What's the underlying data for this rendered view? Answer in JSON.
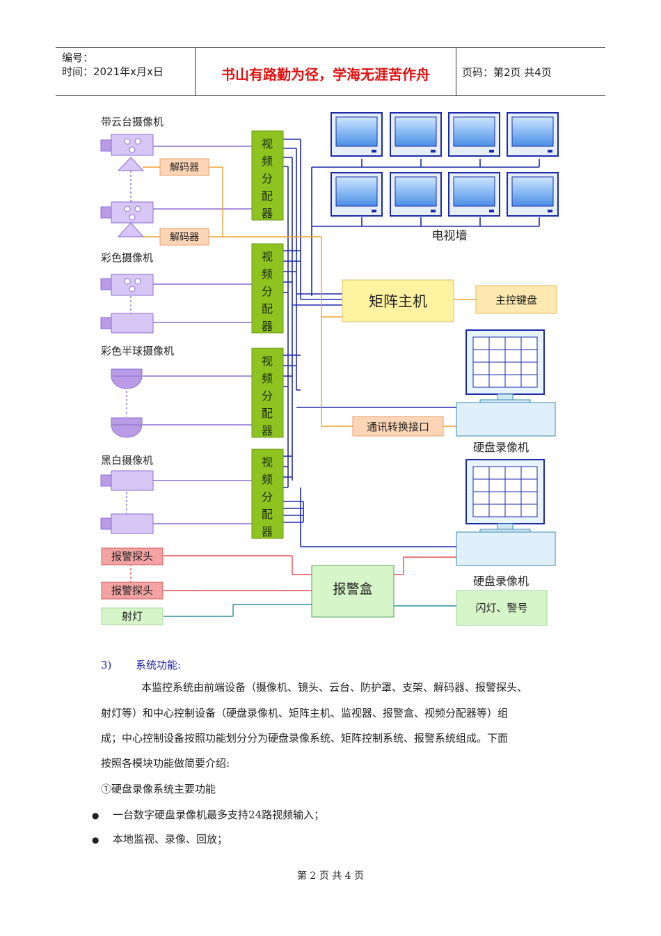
{
  "header": {
    "serial_label": "编号：",
    "time_label": "时间：2021年x月x日",
    "motto": "书山有路勤为径，学海无涯苦作舟",
    "page_label": "页码：第2页  共4页"
  },
  "diagram": {
    "ptz_camera": "带云台摄像机",
    "decoder_1": "解码器",
    "decoder_2": "解码器",
    "color_camera": "彩色摄像机",
    "dome_camera": "彩色半球摄像机",
    "bw_camera": "黑白摄像机",
    "splitter_label": [
      "视",
      "频",
      "分",
      "配",
      "器"
    ],
    "tv_wall": "电视墙",
    "matrix_host": "矩阵主机",
    "main_keyboard": "主控键盘",
    "comm_interface": "通讯转换接口",
    "dvr_1": "硬盘录像机",
    "dvr_2": "硬盘录像机",
    "alarm_probe_1": "报警探头",
    "alarm_probe_2": "报警探头",
    "spotlight": "射灯",
    "alarm_box": "报警盒",
    "flash_siren": "闪灯、警号"
  },
  "content": {
    "section_num": "3)",
    "section_title": "系统功能:",
    "para1_line1": "本监控系统由前端设备（摄像机、镜头、云台、防护罩、支架、解码器、报警探头、",
    "para1_line2": "射灯等）和中心控制设备（硬盘录像机、矩阵主机、监视器、报警盒、视频分配器等）组",
    "para1_line3": "成；中心控制设备按照功能划分分为硬盘录像系统、矩阵控制系统、报警系统组成。下面",
    "para1_line4": "按照各模块功能做简要介绍:",
    "sub_title": "①硬盘录像系统主要功能",
    "bullets": [
      "一台数字硬盘录像机最多支持24路视频输入；",
      "本地监视、录像、回放；"
    ]
  },
  "footer": {
    "page": "第 2 页 共 4 页"
  },
  "colors": {
    "motto": "#e01010",
    "splitter": "#8fc31f",
    "decoder": "#fbd5b5",
    "matrix": "#fff2a0",
    "monitor": "#2a64c8",
    "alarm_probe": "#f08080",
    "green_box": "#d6f5c8",
    "line_blue": "#1c2aa8",
    "line_orange": "#f0a030",
    "line_red": "#e05050",
    "line_teal": "#2f8aa0",
    "camera": "#b99be6"
  }
}
